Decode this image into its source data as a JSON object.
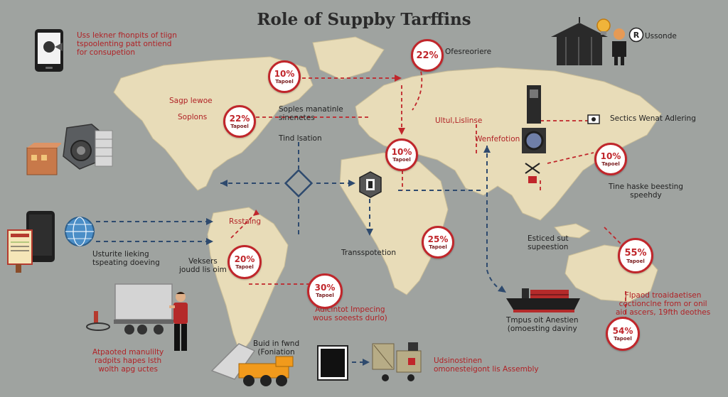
{
  "title": "Role of Suppby Tarffins",
  "labels": {
    "top_left": "Uss lekner fhonpits of tiign\ntspoolenting patt ontiend\nfor consupetion",
    "sagp": "Sagp lewoe",
    "soplons": "Soplons",
    "soples": "Soples manatinle\nsinenetes",
    "ofesreoriere": "Ofesreoriere",
    "tind": "Tind lsation",
    "ultul": "Ultul,Lislinse",
    "wenfe": "Wenfefotion",
    "sectics": "Sectics Wenat Adlering",
    "tine": "Tine haske beesting\nspeehdy",
    "usturite": "Usturite lieking\ntspeating doeving",
    "veksers": "Veksers\njoudd lis oim",
    "rsstaing": "Rsstaing",
    "transpot": "Transspotetion",
    "esticd": "Esticed sut\nsupeestion",
    "adicintot": "Adicintot Impecing\nwous soeests durlo)",
    "tmpus": "Tmpus oit Anestien\n(omoesting daviny",
    "flpaod": "Flpaod troaidaetisen\ncoctionclne from or onil\naid ascers, 19fth deothes",
    "atpaoted": "Atpaoted manulilty\nradpits hapes lsth\nwolth apg uctes",
    "buid": "Buid in fwnd\n(Foniation",
    "udsinostinen": "Udsinostinen\nomonesteigont lis Assembly",
    "ussonde": "Ussonde"
  },
  "badges": [
    {
      "pct": "10%",
      "sub": "Tapoel"
    },
    {
      "pct": "22%",
      "sub": ""
    },
    {
      "pct": "22%",
      "sub": "Tapoel"
    },
    {
      "pct": "10%",
      "sub": "Tapoel"
    },
    {
      "pct": "10%",
      "sub": "Tapoel"
    },
    {
      "pct": "25%",
      "sub": "Tapoel"
    },
    {
      "pct": "20%",
      "sub": "Tapoel"
    },
    {
      "pct": "30%",
      "sub": "Tapoel"
    },
    {
      "pct": "55%",
      "sub": "Tapoel"
    },
    {
      "pct": "54%",
      "sub": "Tapoel"
    }
  ],
  "colors": {
    "background": "#9fa3a0",
    "land": "#e8dcb8",
    "accent_red": "#c0262b",
    "route_blue": "#2e4a6e"
  },
  "icons": [
    "tablet-icon",
    "gear-machinery-icon",
    "boxes-icon",
    "globe-icon",
    "document-icon",
    "truck-trailer-icon",
    "worker-icon",
    "container-ship-icon",
    "dump-truck-icon",
    "crane-cargo-icon",
    "factory-icon",
    "lightbulb-icon",
    "registered-icon",
    "camera-icon",
    "diamond-hub-icon",
    "pallet-icon"
  ]
}
